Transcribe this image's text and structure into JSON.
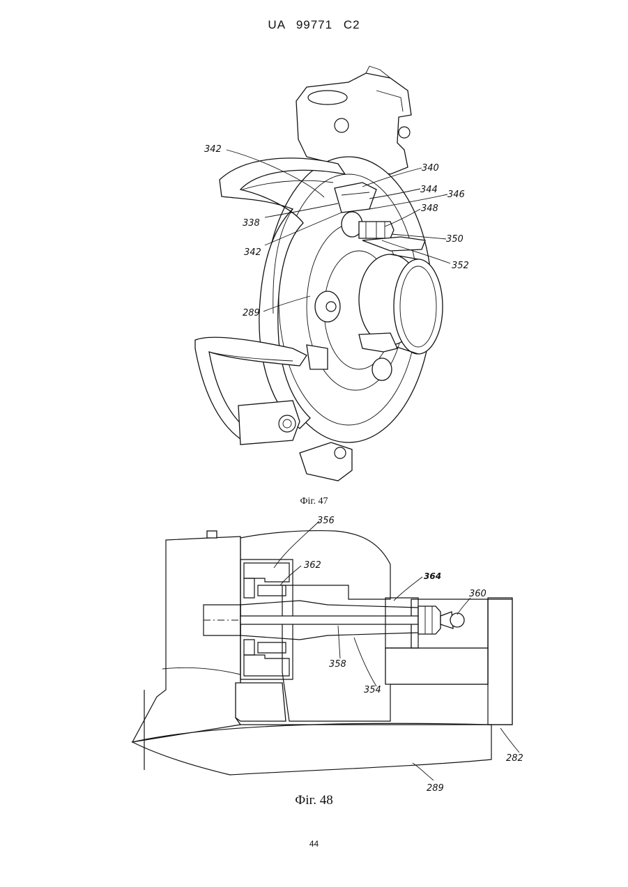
{
  "header": {
    "doc_id": "UA   99771   C2"
  },
  "figure47": {
    "caption": "Фіг. 47",
    "labels": [
      "342",
      "340",
      "344",
      "346",
      "338",
      "348",
      "342",
      "350",
      "352",
      "289"
    ]
  },
  "figure48": {
    "caption": "Фіг. 48",
    "labels": [
      "356",
      "362",
      "364",
      "360",
      "358",
      "354",
      "282",
      "289"
    ]
  },
  "footer": {
    "page_number": "44"
  }
}
